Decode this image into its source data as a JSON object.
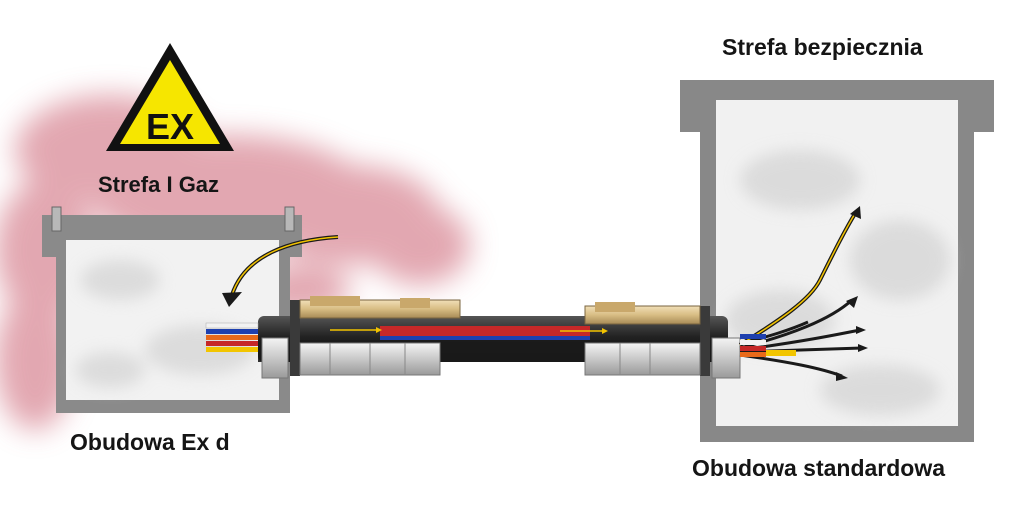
{
  "diagram": {
    "warning_sign": {
      "text": "EX",
      "icon": "ex-hazard-triangle-icon",
      "fill": "#f6e600",
      "border": "#111111"
    },
    "zones": {
      "hazardous": {
        "label": "Strefa I Gaz",
        "gas_color": "#d98a97"
      },
      "safe": {
        "label": "Strefa bezpiecznia"
      }
    },
    "enclosures": {
      "ex_d": {
        "label": "Obudowa Ex d",
        "frame_color": "#8a8a8a"
      },
      "standard": {
        "label": "Obudowa standardowa",
        "frame_color": "#888888"
      }
    },
    "cable": {
      "sheath_color": "#2a2a2a",
      "core_colors": [
        "#c62828",
        "#1e40af",
        "#f2c500",
        "#e86a1a",
        "#f0f0f0"
      ]
    },
    "arrow_color": "#f2c300"
  }
}
